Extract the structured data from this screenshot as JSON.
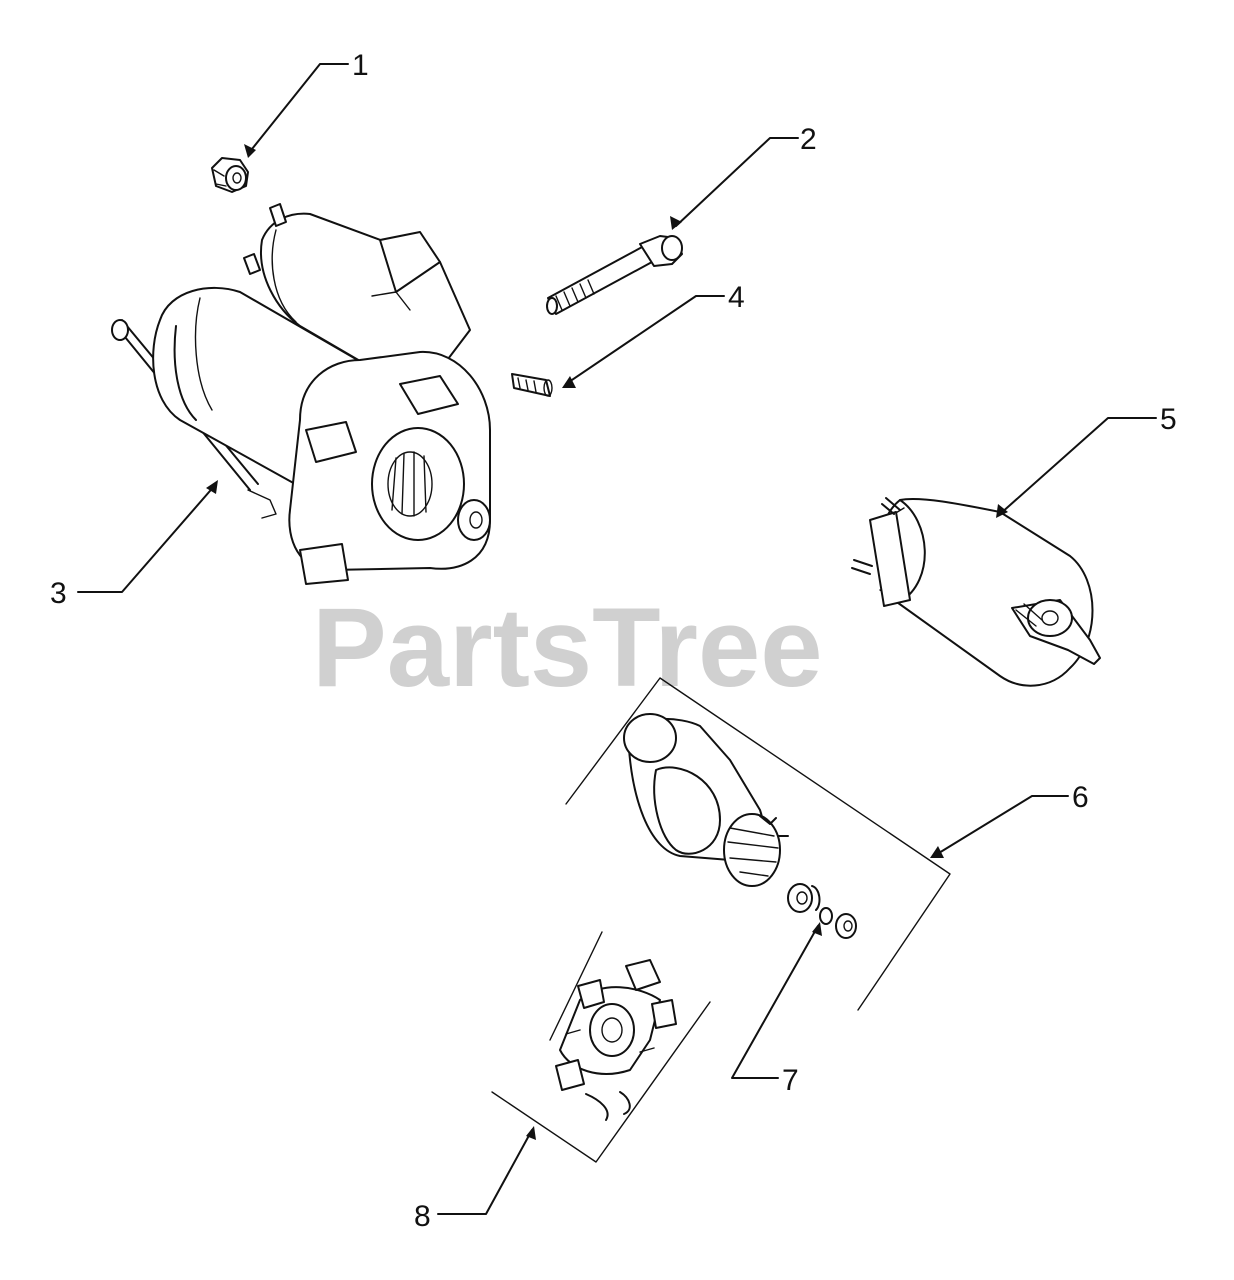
{
  "watermark": {
    "text": "PartsTree",
    "mark": "™"
  },
  "callouts": [
    {
      "id": "1",
      "label": "1"
    },
    {
      "id": "2",
      "label": "2"
    },
    {
      "id": "3",
      "label": "3"
    },
    {
      "id": "4",
      "label": "4"
    },
    {
      "id": "5",
      "label": "5"
    },
    {
      "id": "6",
      "label": "6"
    },
    {
      "id": "7",
      "label": "7"
    },
    {
      "id": "8",
      "label": "8"
    }
  ],
  "colors": {
    "line": "#111111",
    "watermark": "#d0d0d0",
    "background": "#ffffff"
  }
}
